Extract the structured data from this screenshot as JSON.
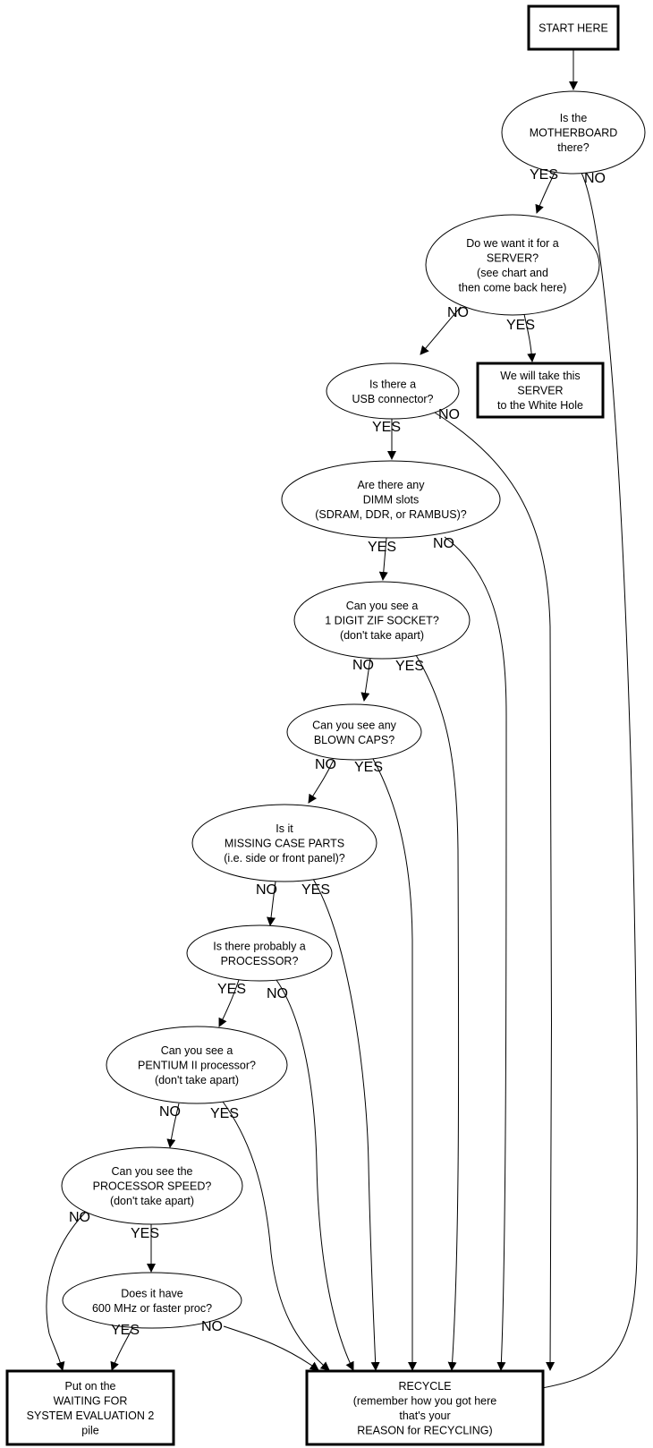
{
  "title": "Motherboard evaluation flowchart",
  "colors": {
    "line": "#000000",
    "background": "#ffffff"
  },
  "nodes": {
    "start": {
      "shape": "box",
      "lines": [
        "START HERE"
      ]
    },
    "motherboard": {
      "shape": "ellipse",
      "lines": [
        "Is the",
        "MOTHERBOARD",
        "there?"
      ]
    },
    "server": {
      "shape": "ellipse",
      "lines": [
        "Do we want it for a",
        "SERVER?",
        "(see chart and",
        "then come back here)"
      ]
    },
    "white_hole": {
      "shape": "box",
      "lines": [
        "We will take this",
        "SERVER",
        "to the White Hole"
      ]
    },
    "usb": {
      "shape": "ellipse",
      "lines": [
        "Is there a",
        "USB connector?"
      ]
    },
    "dimm": {
      "shape": "ellipse",
      "lines": [
        "Are there any",
        "DIMM slots",
        "(SDRAM, DDR, or RAMBUS)?"
      ]
    },
    "zif": {
      "shape": "ellipse",
      "lines": [
        "Can you see a",
        "1 DIGIT ZIF SOCKET?",
        "(don't take apart)"
      ]
    },
    "caps": {
      "shape": "ellipse",
      "lines": [
        "Can you see any",
        "BLOWN CAPS?"
      ]
    },
    "case": {
      "shape": "ellipse",
      "lines": [
        "Is it",
        "MISSING CASE PARTS",
        "(i.e. side or front panel)?"
      ]
    },
    "processor": {
      "shape": "ellipse",
      "lines": [
        "Is there probably a",
        "PROCESSOR?"
      ]
    },
    "pentium": {
      "shape": "ellipse",
      "lines": [
        "Can you see a",
        "PENTIUM II processor?",
        "(don't take apart)"
      ]
    },
    "speed": {
      "shape": "ellipse",
      "lines": [
        "Can you see the",
        "PROCESSOR SPEED?",
        "(don't take apart)"
      ]
    },
    "mhz": {
      "shape": "ellipse",
      "lines": [
        "Does it have",
        "600 MHz or faster proc?"
      ]
    },
    "waiting": {
      "shape": "box",
      "lines": [
        "Put on the",
        "WAITING FOR",
        "SYSTEM EVALUATION 2",
        "pile"
      ]
    },
    "recycle": {
      "shape": "box",
      "lines": [
        "RECYCLE",
        "(remember how you got here",
        "that's your",
        "REASON for RECYCLING)"
      ]
    }
  },
  "edges": [
    {
      "from": "start",
      "to": "motherboard",
      "label": ""
    },
    {
      "from": "motherboard",
      "to": "server",
      "label": "YES"
    },
    {
      "from": "motherboard",
      "to": "recycle",
      "label": "NO"
    },
    {
      "from": "server",
      "to": "usb",
      "label": "NO"
    },
    {
      "from": "server",
      "to": "white_hole",
      "label": "YES"
    },
    {
      "from": "usb",
      "to": "dimm",
      "label": "YES"
    },
    {
      "from": "usb",
      "to": "recycle",
      "label": "NO"
    },
    {
      "from": "dimm",
      "to": "zif",
      "label": "YES"
    },
    {
      "from": "dimm",
      "to": "recycle",
      "label": "NO"
    },
    {
      "from": "zif",
      "to": "caps",
      "label": "NO"
    },
    {
      "from": "zif",
      "to": "recycle",
      "label": "YES"
    },
    {
      "from": "caps",
      "to": "case",
      "label": "NO"
    },
    {
      "from": "caps",
      "to": "recycle",
      "label": "YES"
    },
    {
      "from": "case",
      "to": "processor",
      "label": "NO"
    },
    {
      "from": "case",
      "to": "recycle",
      "label": "YES"
    },
    {
      "from": "processor",
      "to": "pentium",
      "label": "YES"
    },
    {
      "from": "processor",
      "to": "recycle",
      "label": "NO"
    },
    {
      "from": "pentium",
      "to": "speed",
      "label": "NO"
    },
    {
      "from": "pentium",
      "to": "recycle",
      "label": "YES"
    },
    {
      "from": "speed",
      "to": "waiting",
      "label": "NO"
    },
    {
      "from": "speed",
      "to": "mhz",
      "label": "YES"
    },
    {
      "from": "mhz",
      "to": "waiting",
      "label": "YES"
    },
    {
      "from": "mhz",
      "to": "recycle",
      "label": "NO"
    }
  ]
}
